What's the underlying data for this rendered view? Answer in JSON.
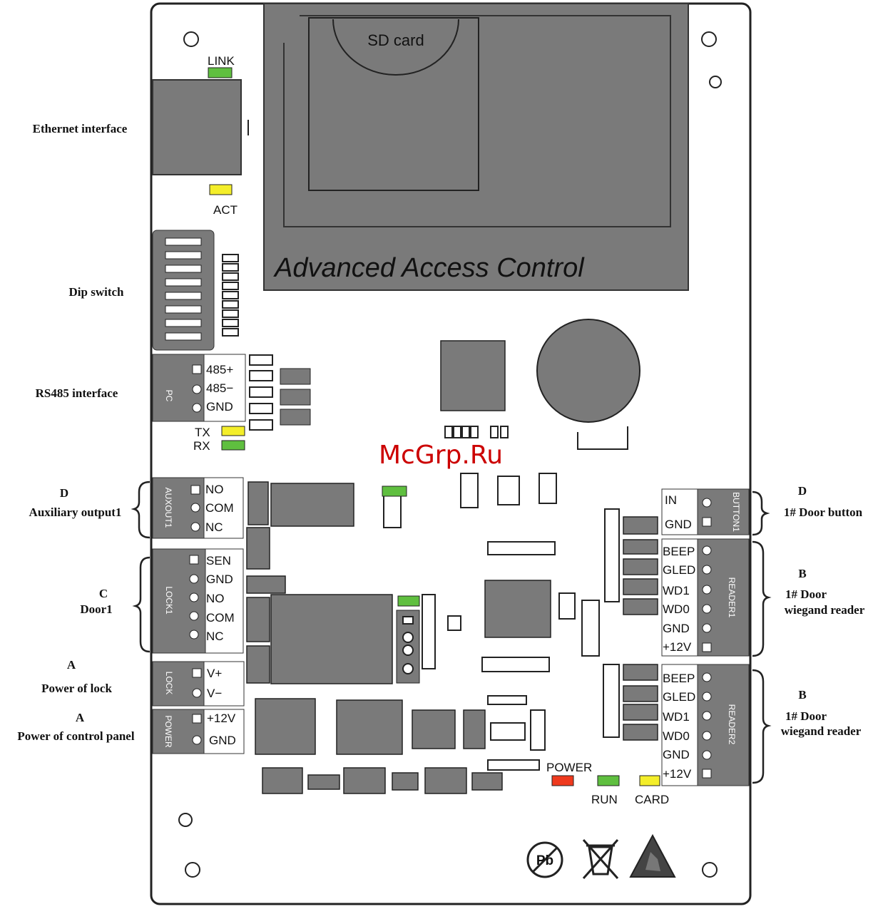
{
  "watermark": "McGrp.Ru",
  "module_title": "Advanced Access Control",
  "sd_card": "SD card",
  "leds": {
    "link": "LINK",
    "act": "ACT",
    "tx": "TX",
    "rx": "RX",
    "power": "POWER",
    "run": "RUN",
    "card": "CARD"
  },
  "colors": {
    "green": "#5fbf3f",
    "yellow": "#f4ee2a",
    "red": "#ef3a1e",
    "gray": "#7a7a7a",
    "dark": "#555555"
  },
  "left_labels": {
    "ethernet": "Ethernet interface",
    "dip": "Dip switch",
    "rs485": "RS485  interface",
    "aux_letter": "D",
    "aux": "Auxiliary output1",
    "door_letter": "C",
    "door": "Door1",
    "lock_power_letter": "A",
    "lock_power": "Power of lock",
    "panel_power_letter": "A",
    "panel_power": "Power of control panel"
  },
  "right_labels": {
    "button_letter": "D",
    "button": "1# Door button",
    "reader1_letter": "B",
    "reader1_line1": "1# Door",
    "reader1_line2": "wiegand reader",
    "reader2_letter": "B",
    "reader2_line1": "1# Door",
    "reader2_line2": "wiegand reader"
  },
  "connectors": {
    "pc": {
      "name": "PC",
      "pins": [
        "485+",
        "485−",
        "GND"
      ]
    },
    "auxout": {
      "name": "AUXOUT1",
      "pins": [
        "NO",
        "COM",
        "NC"
      ]
    },
    "lock1": {
      "name": "LOCK1",
      "pins": [
        "SEN",
        "GND",
        "NO",
        "COM",
        "NC"
      ]
    },
    "lock": {
      "name": "LOCK",
      "pins": [
        "V+",
        "V−"
      ]
    },
    "power": {
      "name": "POWER",
      "pins": [
        "+12V",
        "GND"
      ]
    },
    "button": {
      "name": "BUTTON1",
      "pins": [
        "IN",
        "GND"
      ]
    },
    "reader1": {
      "name": "READER1",
      "pins": [
        "BEEP",
        "GLED",
        "WD1",
        "WD0",
        "GND",
        "+12V"
      ]
    },
    "reader2": {
      "name": "READER2",
      "pins": [
        "BEEP",
        "GLED",
        "WD1",
        "WD0",
        "GND",
        "+12V"
      ]
    }
  },
  "symbols": {
    "lead_free": "Pb"
  }
}
